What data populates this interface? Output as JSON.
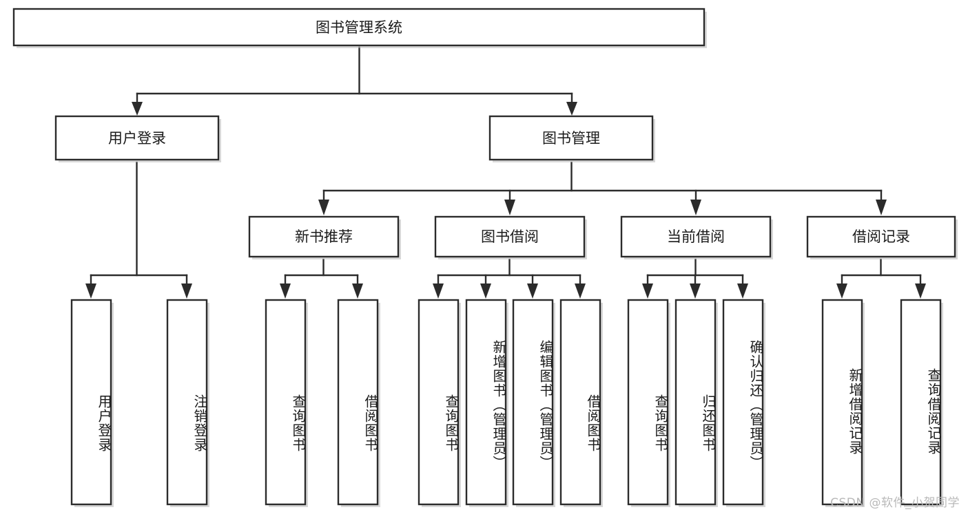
{
  "diagram": {
    "type": "tree",
    "title": "图书管理系统",
    "watermark": "CSDN @软件_小贺同学",
    "colors": {
      "stroke": "#2b2b2b",
      "fill": "#ffffff",
      "text": "#1a1a1a",
      "watermark": "#b9b9b9",
      "background": "#ffffff"
    },
    "nodes": {
      "root": {
        "label": "图书管理系统",
        "level": 0,
        "orientation": "horizontal"
      },
      "level2": [
        {
          "id": "user-login",
          "label": "用户登录"
        },
        {
          "id": "book-manage",
          "label": "图书管理"
        }
      ],
      "level3": [
        {
          "id": "new-book-recommend",
          "label": "新书推荐"
        },
        {
          "id": "book-borrow",
          "label": "图书借阅"
        },
        {
          "id": "current-borrow",
          "label": "当前借阅"
        },
        {
          "id": "borrow-record",
          "label": "借阅记录"
        }
      ],
      "leaves": {
        "user-login": [
          {
            "id": "leaf-user-login",
            "label": "用户登录"
          },
          {
            "id": "leaf-logout",
            "label": "注销登录"
          }
        ],
        "new-book-recommend": [
          {
            "id": "leaf-query-book-1",
            "label": "查询图书"
          },
          {
            "id": "leaf-borrow-book-1",
            "label": "借阅图书"
          }
        ],
        "book-borrow": [
          {
            "id": "leaf-query-book-2",
            "label": "查询图书"
          },
          {
            "id": "leaf-add-book",
            "label": "新增图书（管理员）"
          },
          {
            "id": "leaf-edit-book",
            "label": "编辑图书（管理员）"
          },
          {
            "id": "leaf-borrow-book-2",
            "label": "借阅图书"
          }
        ],
        "current-borrow": [
          {
            "id": "leaf-query-book-3",
            "label": "查询图书"
          },
          {
            "id": "leaf-return-book",
            "label": "归还图书"
          },
          {
            "id": "leaf-confirm-return",
            "label": "确认归还（管理员）"
          }
        ],
        "borrow-record": [
          {
            "id": "leaf-add-record",
            "label": "新增借阅记录"
          },
          {
            "id": "leaf-query-record",
            "label": "查询借阅记录"
          }
        ]
      }
    }
  }
}
